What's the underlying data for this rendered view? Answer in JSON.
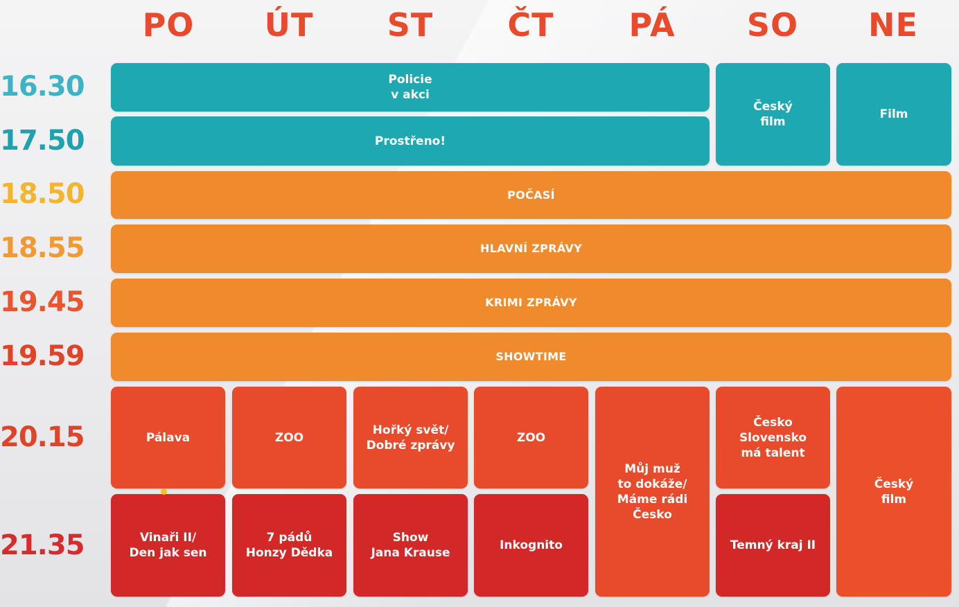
{
  "days": [
    "PO",
    "ÚT",
    "ST",
    "ČT",
    "PÁ",
    "SO",
    "NE"
  ],
  "times": [
    {
      "label": "16.30",
      "color": "#3db4c4"
    },
    {
      "label": "17.50",
      "color": "#1ea2b0"
    },
    {
      "label": "18.50",
      "color": "#f2b52c"
    },
    {
      "label": "18.55",
      "color": "#f19a34"
    },
    {
      "label": "19.45",
      "color": "#e9552e"
    },
    {
      "label": "19.59",
      "color": "#e04428"
    },
    {
      "label": "20.15",
      "color": "#e04428"
    },
    {
      "label": "21.35",
      "color": "#d62c2c"
    }
  ],
  "programs": {
    "policie": "Policie\nv akci",
    "prostreno": "Prostřeno!",
    "cesky_film_so": "Český\nfilm",
    "film_ne": "Film",
    "pocasi": "POČASÍ",
    "hlavni_zpravy": "HLAVNÍ ZPRÁVY",
    "krimi_zpravy": "KRIMI ZPRÁVY",
    "showtime": "SHOWTIME",
    "palava": "Pálava",
    "zoo_ut": "ZOO",
    "horky_svet": "Hořký svět/\nDobré zprávy",
    "zoo_ct": "ZOO",
    "muj_muz": "Můj muž\nto dokáže/\nMáme rádi\nČesko",
    "cesko_slovensko": "Česko Slovensko\nmá talent",
    "cesky_film_ne": "Český\nfilm",
    "vinari": "Vinaři II/\nDen jak sen",
    "sedm_padu": "7 pádů\nHonzy Dědka",
    "show_krause": "Show\nJana Krause",
    "inkognito": "Inkognito",
    "temny_kraj": "Temný kraj II"
  }
}
